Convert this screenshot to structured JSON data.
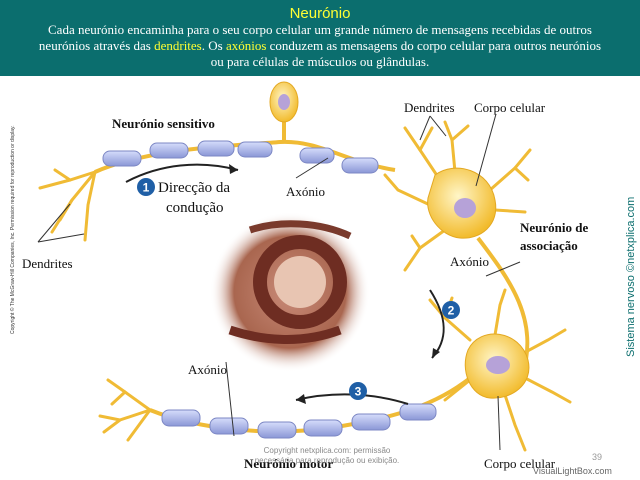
{
  "header": {
    "title": "Neurónio",
    "line1": "Cada neurónio encaminha para o seu corpo celular um grande número de mensagens recebidas de outros",
    "line2_a": "neurónios através das ",
    "line2_hl1": "dendrites",
    "line2_b": ". Os ",
    "line2_hl2": "axónios",
    "line2_c": " conduzem as mensagens do corpo celular para outros neurónios",
    "line3": "ou para células de músculos ou glândulas."
  },
  "labels": {
    "sensory_neuron": "Neurónio sensitivo",
    "dendrites_left": "Dendrites",
    "dendrites_top": "Dendrites",
    "cell_body_top": "Corpo celular",
    "axon_top": "Axónio",
    "direction_1": "Direcção da",
    "direction_2": "condução",
    "association_1": "Neurónio de",
    "association_2": "associação",
    "axon_right": "Axónio",
    "axon_bottom": "Axónio",
    "motor_neuron": "Neurónio motor",
    "cell_body_bottom": "Corpo celular"
  },
  "steps": [
    "1",
    "2",
    "3"
  ],
  "side": {
    "copyright": "Copyright © The McGraw-Hill Companies, Inc. Permission required for reproduction or display.",
    "site": "Sistema nervoso  ©netxplica.com"
  },
  "watermark": {
    "line1": "Copyright netxplica.com: permissão",
    "line2": "necessária para reprodução ou exibição."
  },
  "page_number": "39",
  "stamp": "VisualLightBox.com",
  "colors": {
    "banner": "#0b6e6e",
    "highlight": "#ffff33",
    "neuron": "#f5c844",
    "myelin": "#aab6ea",
    "nucleus": "#b6a2d8",
    "step_badge": "#1f5fa6"
  }
}
